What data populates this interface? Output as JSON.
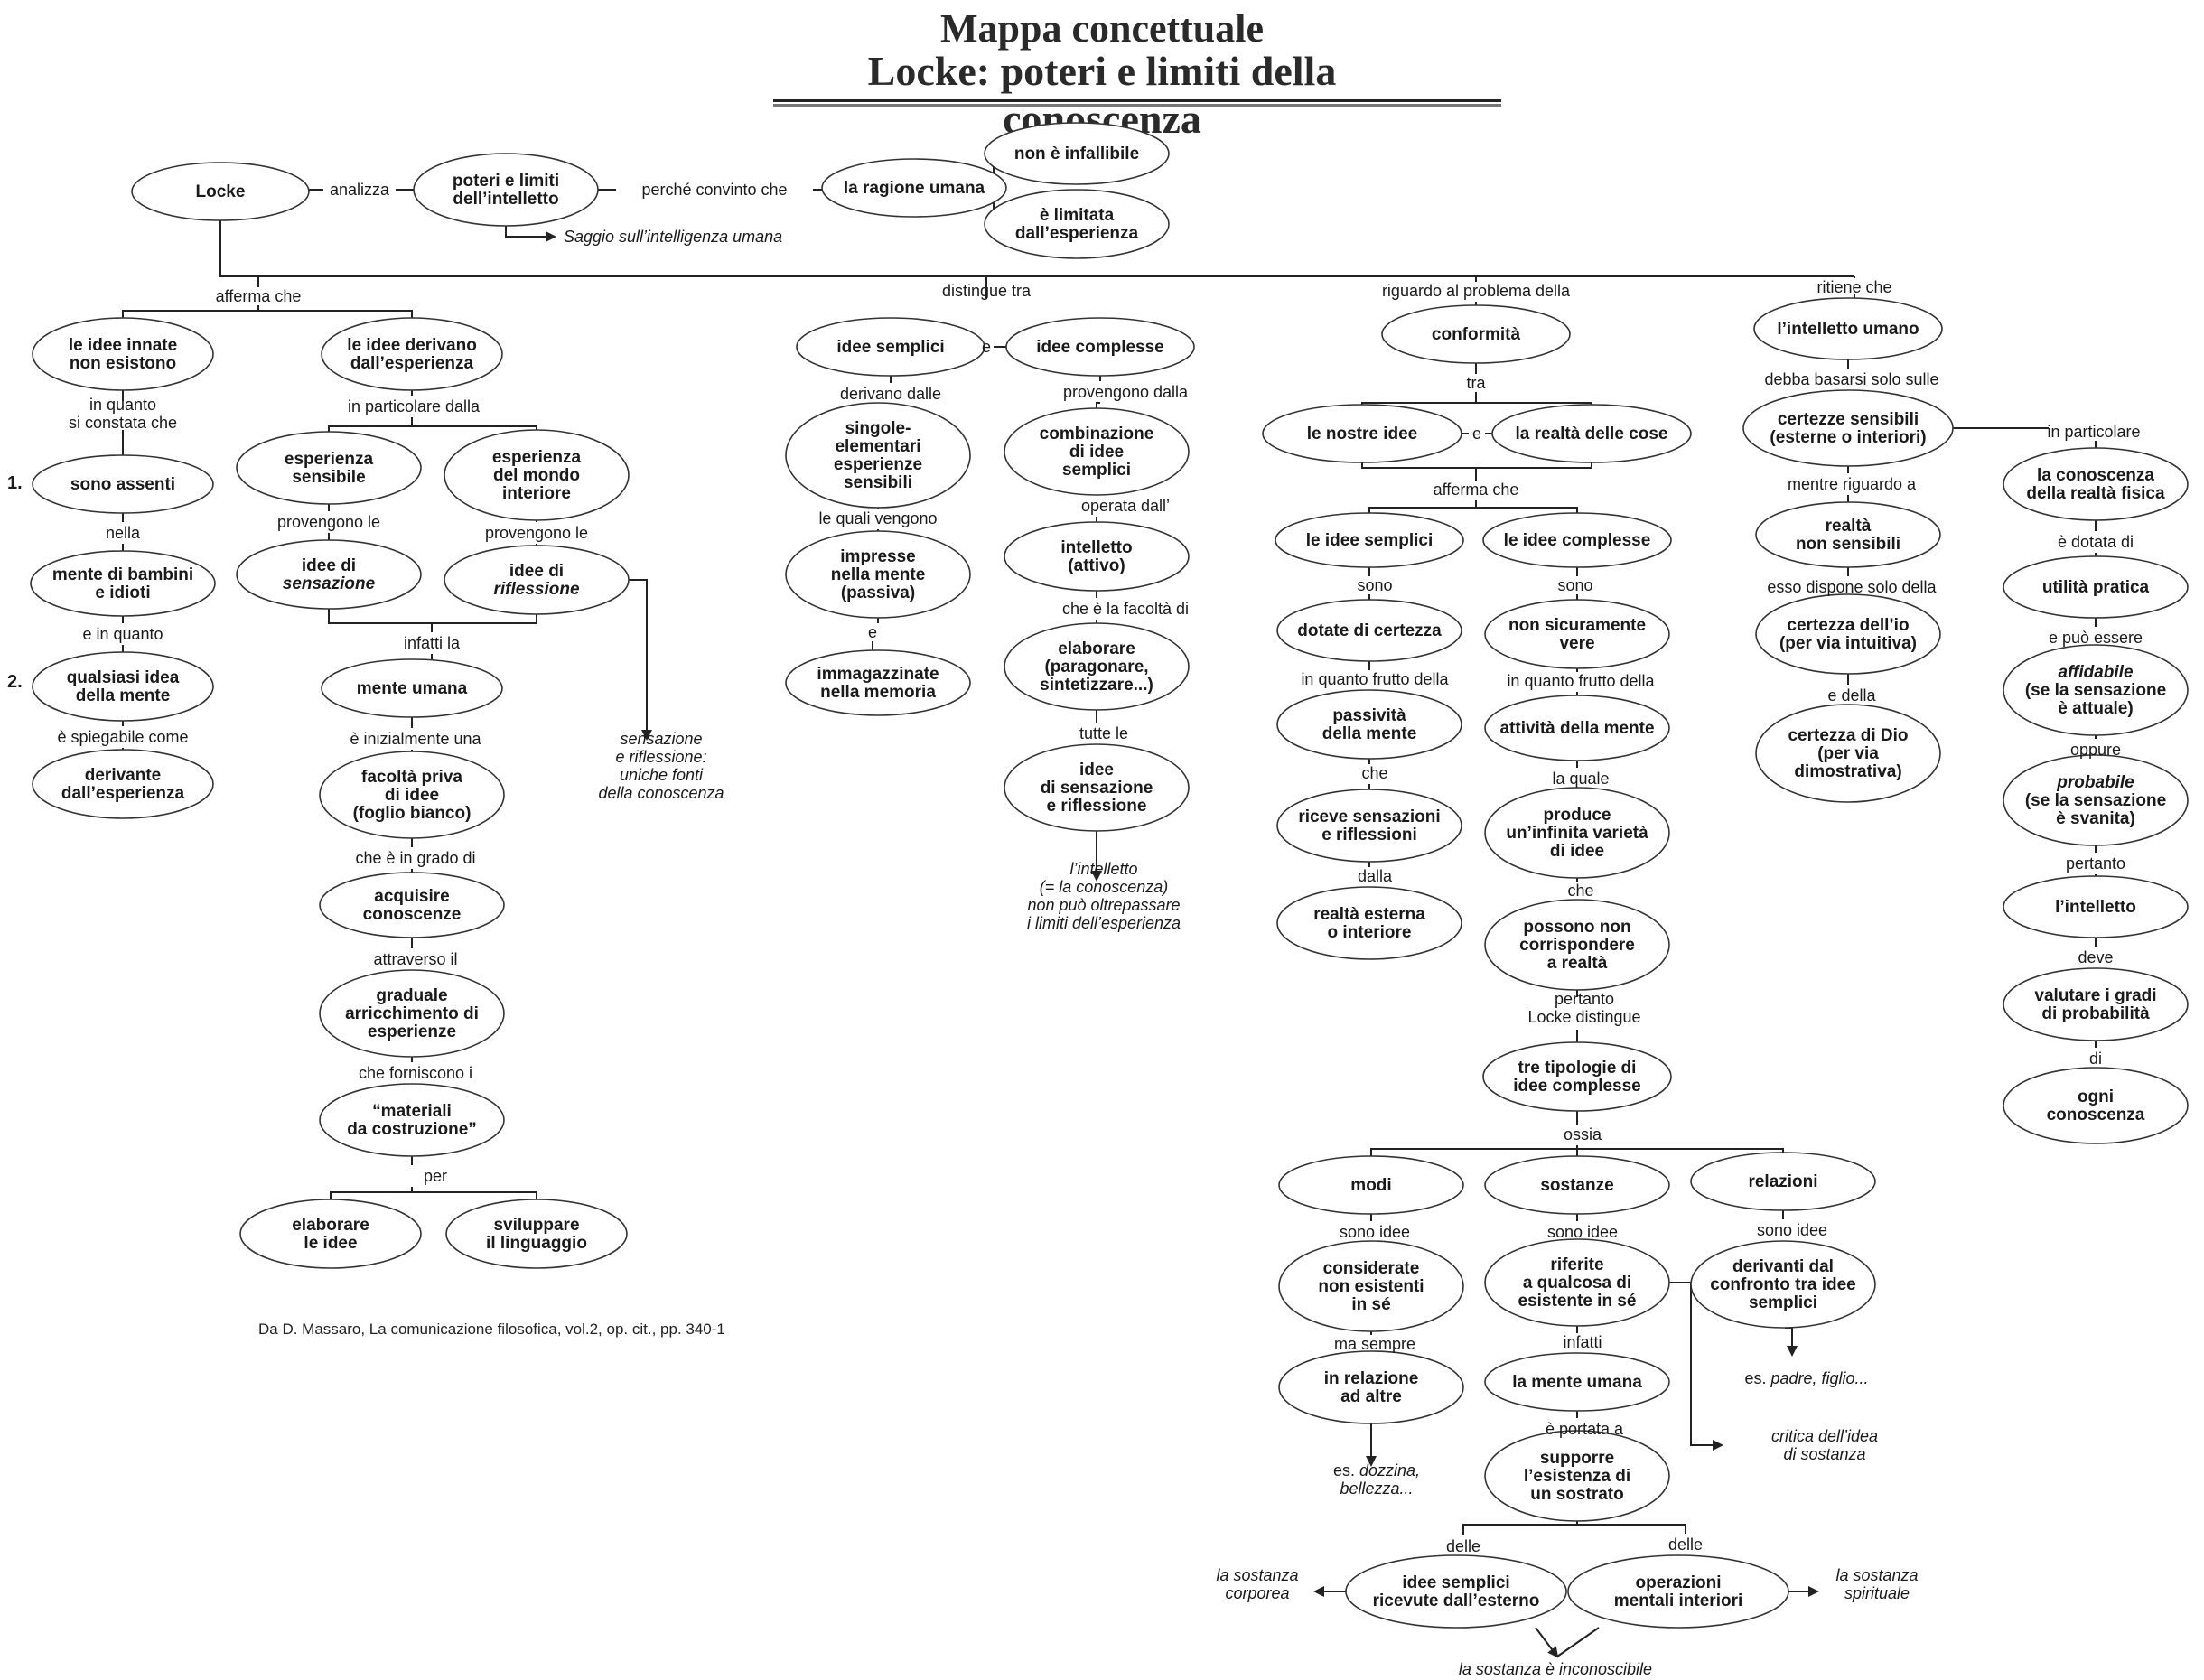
{
  "title": {
    "line1": "Mappa concettuale",
    "line2": "Locke: poteri e limiti della conoscenza"
  },
  "source": "Da D. Massaro, La comunicazione filosofica, vol.2, op. cit., pp. 340-1",
  "numbers": [
    "1.",
    "2."
  ],
  "nodes": [
    {
      "id": "locke",
      "lines": [
        "Locke"
      ]
    },
    {
      "id": "poteri",
      "lines": [
        "poteri e limiti",
        "dell’intelletto"
      ]
    },
    {
      "id": "ragione",
      "lines": [
        "la ragione umana"
      ]
    },
    {
      "id": "infallibile",
      "lines": [
        "non è infallibile"
      ]
    },
    {
      "id": "limitata",
      "lines": [
        "è limitata",
        "dall’esperienza"
      ]
    },
    {
      "id": "innate",
      "lines": [
        "le idee innate",
        "non esistono"
      ]
    },
    {
      "id": "assenti",
      "lines": [
        "sono assenti"
      ]
    },
    {
      "id": "bambini",
      "lines": [
        "mente di bambini",
        "e idioti"
      ]
    },
    {
      "id": "qualsiasi",
      "lines": [
        "qualsiasi idea",
        "della mente"
      ]
    },
    {
      "id": "derivante",
      "lines": [
        "derivante",
        "dall’esperienza"
      ]
    },
    {
      "id": "derivano",
      "lines": [
        "le idee derivano",
        "dall’esperienza"
      ]
    },
    {
      "id": "sensibile",
      "lines": [
        "esperienza",
        "sensibile"
      ]
    },
    {
      "id": "interiore",
      "lines": [
        "esperienza",
        "del mondo",
        "interiore"
      ]
    },
    {
      "id": "sensazione",
      "lines": [
        "idee di",
        "sensazione"
      ],
      "italic_last": true
    },
    {
      "id": "riflessione",
      "lines": [
        "idee di",
        "riflessione"
      ],
      "italic_last": true
    },
    {
      "id": "menteumana1",
      "lines": [
        "mente umana"
      ]
    },
    {
      "id": "facolta",
      "lines": [
        "facoltà priva",
        "di idee",
        "(foglio bianco)"
      ]
    },
    {
      "id": "acquisire",
      "lines": [
        "acquisire",
        "conoscenze"
      ]
    },
    {
      "id": "graduale",
      "lines": [
        "graduale",
        "arricchimento di",
        "esperienze"
      ]
    },
    {
      "id": "materiali",
      "lines": [
        "“materiali",
        "da costruzione”"
      ]
    },
    {
      "id": "elaborare1",
      "lines": [
        "elaborare",
        "le idee"
      ]
    },
    {
      "id": "linguaggio",
      "lines": [
        "sviluppare",
        "il linguaggio"
      ]
    },
    {
      "id": "semplici",
      "lines": [
        "idee semplici"
      ]
    },
    {
      "id": "complesse",
      "lines": [
        "idee complesse"
      ]
    },
    {
      "id": "singole",
      "lines": [
        "singole-",
        "elementari",
        "esperienze",
        "sensibili"
      ]
    },
    {
      "id": "impresse",
      "lines": [
        "impresse",
        "nella mente",
        "(passiva)"
      ]
    },
    {
      "id": "immagazz",
      "lines": [
        "immagazzinate",
        "nella memoria"
      ]
    },
    {
      "id": "combinazione",
      "lines": [
        "combinazione",
        "di idee",
        "semplici"
      ]
    },
    {
      "id": "intelletto",
      "lines": [
        "intelletto",
        "(attivo)"
      ]
    },
    {
      "id": "elaborare2",
      "lines": [
        "elaborare",
        "(paragonare,",
        "sintetizzare...)"
      ]
    },
    {
      "id": "tutteidee",
      "lines": [
        "idee",
        "di sensazione",
        "e riflessione"
      ]
    },
    {
      "id": "conformita",
      "lines": [
        "conformità"
      ]
    },
    {
      "id": "nostre",
      "lines": [
        "le nostre idee"
      ]
    },
    {
      "id": "realta",
      "lines": [
        "la realtà delle cose"
      ]
    },
    {
      "id": "semplici2",
      "lines": [
        "le idee semplici"
      ]
    },
    {
      "id": "complesse2",
      "lines": [
        "le idee complesse"
      ]
    },
    {
      "id": "certezza",
      "lines": [
        "dotate di certezza"
      ]
    },
    {
      "id": "nonsicure",
      "lines": [
        "non sicuramente",
        "vere"
      ]
    },
    {
      "id": "passivita",
      "lines": [
        "passività",
        "della mente"
      ]
    },
    {
      "id": "attivita",
      "lines": [
        "attività della mente"
      ]
    },
    {
      "id": "riceve",
      "lines": [
        "riceve sensazioni",
        "e riflessioni"
      ]
    },
    {
      "id": "produce",
      "lines": [
        "produce",
        "un’infinita varietà",
        "di idee"
      ]
    },
    {
      "id": "realtaest",
      "lines": [
        "realtà esterna",
        "o interiore"
      ]
    },
    {
      "id": "possono",
      "lines": [
        "possono non",
        "corrispondere",
        "a realtà"
      ]
    },
    {
      "id": "tipologie",
      "lines": [
        "tre tipologie di",
        "idee complesse"
      ]
    },
    {
      "id": "modi",
      "lines": [
        "modi"
      ]
    },
    {
      "id": "sostanze",
      "lines": [
        "sostanze"
      ]
    },
    {
      "id": "relazioni",
      "lines": [
        "relazioni"
      ]
    },
    {
      "id": "considerate",
      "lines": [
        "considerate",
        "non esistenti",
        "in sé"
      ]
    },
    {
      "id": "inrelazione",
      "lines": [
        "in relazione",
        "ad altre"
      ]
    },
    {
      "id": "riferite",
      "lines": [
        "riferite",
        "a qualcosa di",
        "esistente in sé"
      ]
    },
    {
      "id": "menteumana2",
      "lines": [
        "la mente umana"
      ]
    },
    {
      "id": "supporre",
      "lines": [
        "supporre",
        "l’esistenza di",
        "un sostrato"
      ]
    },
    {
      "id": "ideesempest",
      "lines": [
        "idee semplici",
        "ricevute dall’esterno"
      ]
    },
    {
      "id": "operazioni",
      "lines": [
        "operazioni",
        "mentali interiori"
      ]
    },
    {
      "id": "confronto",
      "lines": [
        "derivanti dal",
        "confronto tra idee",
        "semplici"
      ]
    },
    {
      "id": "intelletto2",
      "lines": [
        "l’intelletto umano"
      ]
    },
    {
      "id": "certezze",
      "lines": [
        "certezze sensibili",
        "(esterne o interiori)"
      ]
    },
    {
      "id": "nonsensibili",
      "lines": [
        "realtà",
        "non sensibili"
      ]
    },
    {
      "id": "certio",
      "lines": [
        "certezza dell’io",
        "(per via intuitiva)"
      ]
    },
    {
      "id": "certdio",
      "lines": [
        "certezza di Dio",
        "(per via",
        "dimostrativa)"
      ]
    },
    {
      "id": "conoscfisica",
      "lines": [
        "la conoscenza",
        "della realtà fisica"
      ]
    },
    {
      "id": "utilita",
      "lines": [
        "utilità pratica"
      ]
    },
    {
      "id": "affidabile",
      "lines": [
        "affidabile",
        "(se la sensazione",
        "è attuale)"
      ],
      "italic_first": true
    },
    {
      "id": "probabile",
      "lines": [
        "probabile",
        "(se la sensazione",
        "è svanita)"
      ],
      "italic_first": true
    },
    {
      "id": "lintelletto",
      "lines": [
        "l’intelletto"
      ]
    },
    {
      "id": "valutare",
      "lines": [
        "valutare i gradi",
        "di probabilità"
      ]
    },
    {
      "id": "ogni",
      "lines": [
        "ogni",
        "conoscenza"
      ]
    }
  ],
  "links": [
    {
      "id": "l_analizza",
      "lines": [
        "analizza"
      ]
    },
    {
      "id": "l_perche",
      "lines": [
        "perché convinto che"
      ]
    },
    {
      "id": "l_afferma",
      "lines": [
        "afferma che"
      ]
    },
    {
      "id": "l_distingue",
      "lines": [
        "distingue tra"
      ]
    },
    {
      "id": "l_riguardo",
      "lines": [
        "riguardo al problema della"
      ]
    },
    {
      "id": "l_ritiene",
      "lines": [
        "ritiene che"
      ]
    },
    {
      "id": "l_inquanto",
      "lines": [
        "in quanto",
        "si constata che"
      ]
    },
    {
      "id": "l_nella",
      "lines": [
        "nella"
      ]
    },
    {
      "id": "l_einquanto",
      "lines": [
        "e in quanto"
      ]
    },
    {
      "id": "l_spiegabile",
      "lines": [
        "è spiegabile come"
      ]
    },
    {
      "id": "l_inparticolare",
      "lines": [
        "in particolare dalla"
      ]
    },
    {
      "id": "l_provengono1",
      "lines": [
        "provengono le"
      ]
    },
    {
      "id": "l_provengono2",
      "lines": [
        "provengono le"
      ]
    },
    {
      "id": "l_infatti",
      "lines": [
        "infatti la"
      ]
    },
    {
      "id": "l_inizialmente",
      "lines": [
        "è inizialmente una"
      ]
    },
    {
      "id": "l_ingrado",
      "lines": [
        "che è in grado di"
      ]
    },
    {
      "id": "l_attraverso",
      "lines": [
        "attraverso il"
      ]
    },
    {
      "id": "l_forniscono",
      "lines": [
        "che forniscono i"
      ]
    },
    {
      "id": "l_per",
      "lines": [
        "per"
      ]
    },
    {
      "id": "l_e1",
      "lines": [
        "e"
      ]
    },
    {
      "id": "l_derivano",
      "lines": [
        "derivano dalle"
      ]
    },
    {
      "id": "l_qualivengono",
      "lines": [
        "le quali vengono"
      ]
    },
    {
      "id": "l_e2",
      "lines": [
        "e"
      ]
    },
    {
      "id": "l_provengonodalla",
      "lines": [
        "provengono dalla"
      ]
    },
    {
      "id": "l_operata",
      "lines": [
        "operata dall’"
      ]
    },
    {
      "id": "l_facolta",
      "lines": [
        "che è la facoltà di"
      ]
    },
    {
      "id": "l_tuttele",
      "lines": [
        "tutte le"
      ]
    },
    {
      "id": "l_tra",
      "lines": [
        "tra"
      ]
    },
    {
      "id": "l_e3",
      "lines": [
        "e"
      ]
    },
    {
      "id": "l_affermache2",
      "lines": [
        "afferma che"
      ]
    },
    {
      "id": "l_sono1",
      "lines": [
        "sono"
      ]
    },
    {
      "id": "l_sono2",
      "lines": [
        "sono"
      ]
    },
    {
      "id": "l_frutto1",
      "lines": [
        "in quanto frutto della"
      ]
    },
    {
      "id": "l_frutto2",
      "lines": [
        "in quanto frutto della"
      ]
    },
    {
      "id": "l_che1",
      "lines": [
        "che"
      ]
    },
    {
      "id": "l_laquale",
      "lines": [
        "la quale"
      ]
    },
    {
      "id": "l_dalla",
      "lines": [
        "dalla"
      ]
    },
    {
      "id": "l_che2",
      "lines": [
        "che"
      ]
    },
    {
      "id": "l_pertanto",
      "lines": [
        "pertanto",
        "Locke distingue"
      ]
    },
    {
      "id": "l_ossia",
      "lines": [
        "ossia"
      ]
    },
    {
      "id": "l_sonoidee1",
      "lines": [
        "sono idee"
      ]
    },
    {
      "id": "l_sonoidee2",
      "lines": [
        "sono idee"
      ]
    },
    {
      "id": "l_sonoidee3",
      "lines": [
        "sono idee"
      ]
    },
    {
      "id": "l_masempre",
      "lines": [
        "ma sempre"
      ]
    },
    {
      "id": "l_infatti2",
      "lines": [
        "infatti"
      ]
    },
    {
      "id": "l_portata",
      "lines": [
        "è portata a"
      ]
    },
    {
      "id": "l_delle1",
      "lines": [
        "delle"
      ]
    },
    {
      "id": "l_delle2",
      "lines": [
        "delle"
      ]
    },
    {
      "id": "l_debba",
      "lines": [
        "debba basarsi solo sulle"
      ]
    },
    {
      "id": "l_inparticolare2",
      "lines": [
        "in particolare"
      ]
    },
    {
      "id": "l_mentre",
      "lines": [
        "mentre riguardo a"
      ]
    },
    {
      "id": "l_dispone",
      "lines": [
        "esso dispone solo della"
      ]
    },
    {
      "id": "l_edella",
      "lines": [
        "e della"
      ]
    },
    {
      "id": "l_dotata",
      "lines": [
        "è dotata di"
      ]
    },
    {
      "id": "l_puoessere",
      "lines": [
        "e può essere"
      ]
    },
    {
      "id": "l_oppure",
      "lines": [
        "oppure"
      ]
    },
    {
      "id": "l_pertanto2",
      "lines": [
        "pertanto"
      ]
    },
    {
      "id": "l_deve",
      "lines": [
        "deve"
      ]
    },
    {
      "id": "l_di",
      "lines": [
        "di"
      ]
    }
  ],
  "notes": [
    {
      "id": "n_saggio",
      "lines": [
        "Saggio sull’intelligenza umana"
      ]
    },
    {
      "id": "n_fonti",
      "lines": [
        "sensazione",
        "e riflessione:",
        "uniche fonti",
        "della conoscenza"
      ]
    },
    {
      "id": "n_intelletto",
      "lines": [
        "l’intelletto",
        "(= la conoscenza)",
        "non può oltrepassare",
        "i limiti dell’esperienza"
      ]
    },
    {
      "id": "n_dozzina",
      "lines": [
        "es. dozzina,",
        "bellezza..."
      ],
      "partial_italic": true
    },
    {
      "id": "n_padre",
      "lines": [
        "es. padre, figlio..."
      ],
      "partial_italic": true
    },
    {
      "id": "n_critica",
      "lines": [
        "critica dell’idea",
        "di sostanza"
      ]
    },
    {
      "id": "n_corporea",
      "lines": [
        "la sostanza",
        "corporea"
      ]
    },
    {
      "id": "n_spirituale",
      "lines": [
        "la sostanza",
        "spirituale"
      ]
    },
    {
      "id": "n_inconoscibile",
      "lines": [
        "la sostanza è inconoscibile"
      ]
    }
  ]
}
